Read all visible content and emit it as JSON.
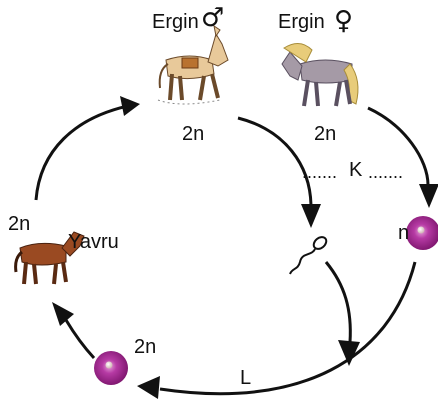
{
  "male_adult": {
    "label": "Ergin",
    "symbol": "♂",
    "ploidy": "2n"
  },
  "female_adult": {
    "label": "Ergin",
    "symbol": "♀",
    "ploidy": "2n"
  },
  "meiosis_marker": {
    "dots_left": ".......",
    "letter": "K",
    "dots_right": "......."
  },
  "egg_cell": {
    "ploidy": "n",
    "color": "#a0228c"
  },
  "zygote_cell": {
    "ploidy": "2n",
    "color": "#a0228c"
  },
  "fertilization_marker": {
    "letter": "L"
  },
  "offspring": {
    "label": "Yavru",
    "ploidy": "2n"
  },
  "colors": {
    "arrow": "#111111",
    "horse_brown": "#9a4a22",
    "horse_tan": "#e8c99a",
    "horse_grey": "#a59aa6",
    "mane_blonde": "#e8cc7a"
  }
}
